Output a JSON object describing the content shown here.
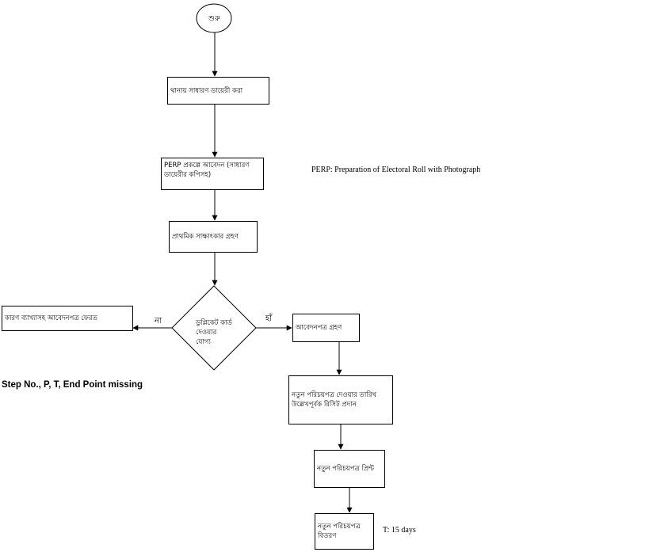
{
  "diagram": {
    "start": "শুরু",
    "step1": "থানায় সাধারণ ডায়েরী করা",
    "step2": "PERP প্রকল্পে আবেদন (সাধারণ ডায়েরীর কপিসহ)",
    "step3": "প্রাথমিক সাক্ষাৎকার গ্রহণ",
    "decision": "ডুপ্লিকেট কার্ড দেওয়ার যোগ্য",
    "no_label": "না",
    "yes_label": "হাঁ",
    "no_box": "কারণ ব্যাখ্যাসহ আবেদনপত্র ফেরত",
    "yes1": "আবেদনপত্র গ্রহণ",
    "yes2": "নতুন পরিচয়পত্র দেওয়ার তারিখ উল্লেখপূর্বক রিসিট প্রদান",
    "yes3": "নতুন পরিচয়পত্র প্রিন্ট",
    "yes4": "নতুন পরিচয়পত্র বিতরণ"
  },
  "notes": {
    "perp": "PERP: Preparation of Electoral Roll with Photograph",
    "missing": "Step No., P, T, End Point missing",
    "time": "T: 15 days"
  }
}
